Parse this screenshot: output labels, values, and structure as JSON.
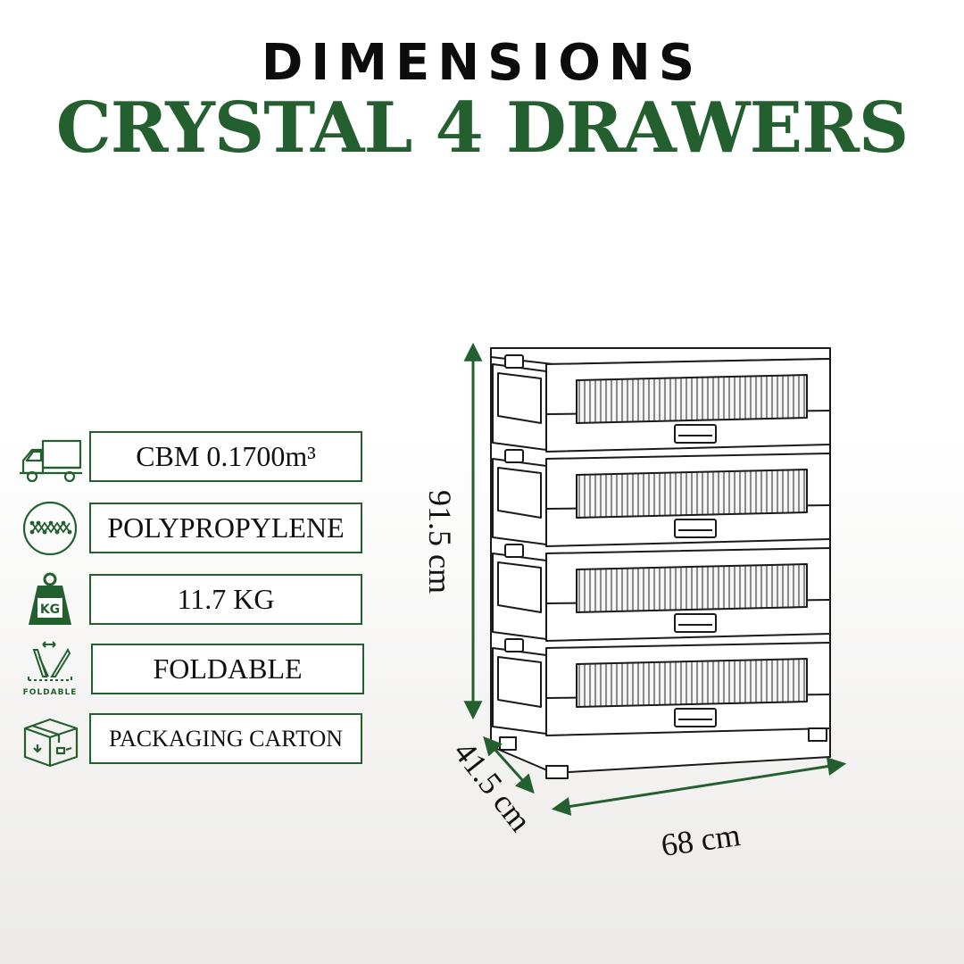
{
  "header": {
    "line1": "DIMENSIONS",
    "line2": "CRYSTAL 4 DRAWERS"
  },
  "specs": [
    {
      "icon": "truck-icon",
      "label": "CBM 0.1700m³"
    },
    {
      "icon": "molecule-icon",
      "label": "POLYPROPYLENE"
    },
    {
      "icon": "weight-icon",
      "label": "11.7 KG",
      "icon_text": "KG"
    },
    {
      "icon": "foldable-icon",
      "label": "FOLDABLE",
      "icon_text": "FOLDABLE"
    },
    {
      "icon": "carton-box-icon",
      "label": "PACKAGING CARTON"
    }
  ],
  "dimensions": {
    "height": "91.5 cm",
    "depth": "41.5 cm",
    "width": "68 cm"
  },
  "colors": {
    "accent": "#24602f",
    "text": "#111111"
  }
}
